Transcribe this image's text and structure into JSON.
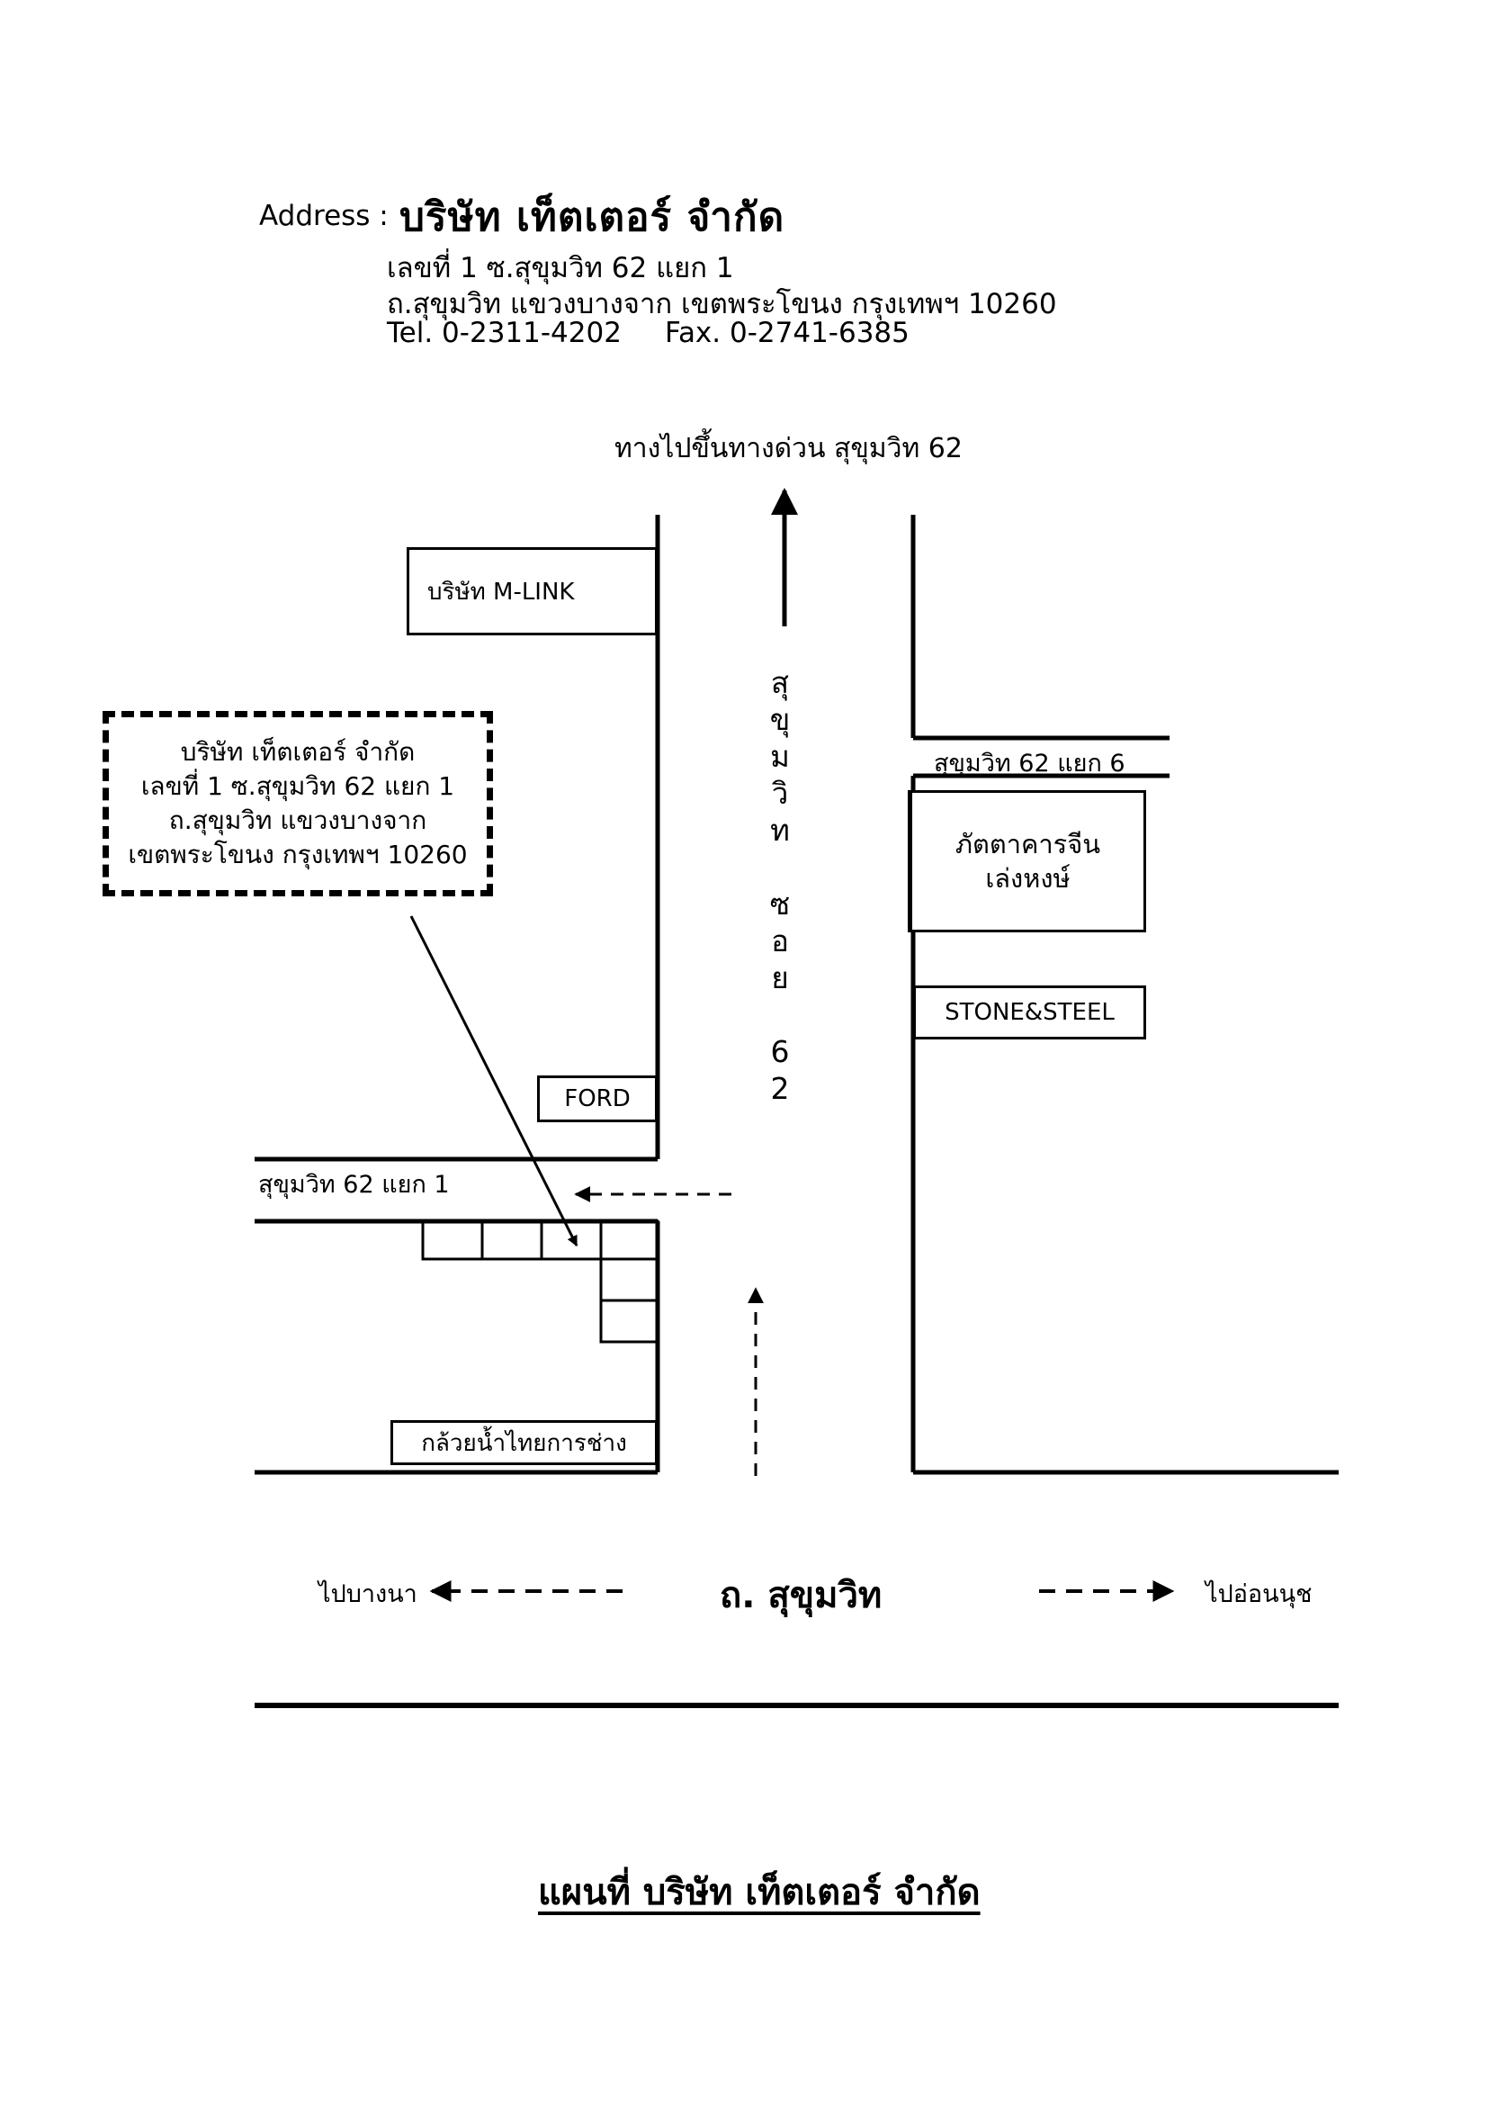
{
  "header": {
    "address_label": "Address :",
    "company": "บริษัท  เท็ตเตอร์  จำกัด",
    "address_line1": "เลขที่ 1 ซ.สุขุมวิท 62 แยก 1",
    "address_line2": "ถ.สุขุมวิท แขวงบางจาก เขตพระโขนง กรุงเทพฯ 10260",
    "tel": "Tel. 0-2311-4202",
    "fax": "Fax. 0-2741-6385"
  },
  "map": {
    "expressway_label": "ทางไปขึ้นทางด่วน สุขุมวิท 62",
    "soi_vertical_label": [
      "สุ",
      "ขุ",
      "ม",
      "วิ",
      "ท",
      "",
      "ซ",
      "อ",
      "ย",
      "",
      "6",
      "2"
    ],
    "soi6_label": "สุขุมวิท 62 แยก 6",
    "soi1_label": "สุขุมวิท 62 แยก 1",
    "callout": {
      "line1": "บริษัท เท็ตเตอร์ จำกัด",
      "line2": "เลขที่ 1 ซ.สุขุมวิท 62 แยก 1",
      "line3": "ถ.สุขุมวิท แขวงบางจาก",
      "line4": "เขตพระโขนง กรุงเทพฯ 10260"
    },
    "landmarks": {
      "mlink": "บริษัท M-LINK",
      "restaurant_line1": "ภัตตาคารจีน",
      "restaurant_line2": "เล่งหงษ์",
      "stone_steel": "STONE&STEEL",
      "ford": "FORD",
      "kluaynamthai": "กล้วยน้ำไทยการช่าง"
    },
    "main_road": "ถ. สุขุมวิท",
    "to_bangna": "ไปบางนา",
    "to_onnut": "ไปอ่อนนุช"
  },
  "footer": {
    "title": "แผนที่ บริษัท เท็ตเตอร์ จำกัด"
  }
}
